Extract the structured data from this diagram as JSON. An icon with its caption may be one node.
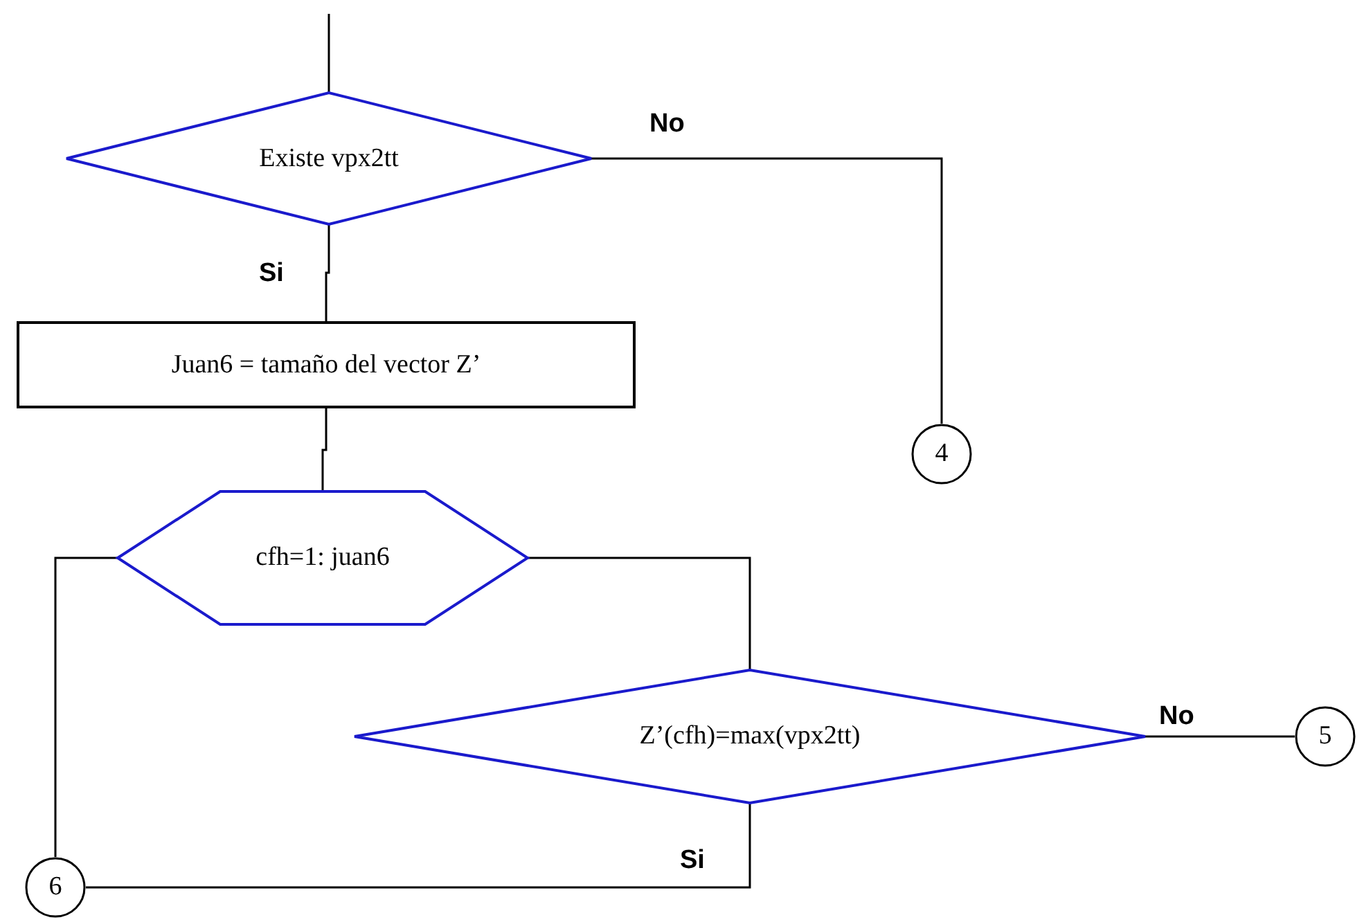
{
  "diagram": {
    "nodes": [
      {
        "text": [
          "Existe vpx2tt"
        ]
      },
      {
        "text": [
          "Juan6 = tamaño del vector Z’"
        ]
      },
      {
        "text": [
          "cfh=1: juan6"
        ]
      },
      {
        "text": [
          "4"
        ]
      },
      {
        "text": [
          "Z’(cfh)=max(vpx2tt)"
        ]
      },
      {
        "text": [
          "5"
        ]
      },
      {
        "text": [
          "6"
        ]
      }
    ],
    "edges": [
      {
        "from": null,
        "to": 0,
        "arrow": "none"
      },
      {
        "from": 0,
        "to": 3,
        "arrow": "none",
        "label": "No"
      },
      {
        "from": 0,
        "to": 1,
        "arrow": "none",
        "label": "Si"
      },
      {
        "from": 1,
        "to": 2,
        "arrow": "none"
      },
      {
        "from": 2,
        "to": 6,
        "arrow": "none"
      },
      {
        "from": 2,
        "to": 4,
        "arrow": "none"
      },
      {
        "from": 4,
        "to": 5,
        "arrow": "none",
        "label": "No"
      },
      {
        "from": 4,
        "to": 6,
        "arrow": "none",
        "label": "Si"
      }
    ]
  }
}
